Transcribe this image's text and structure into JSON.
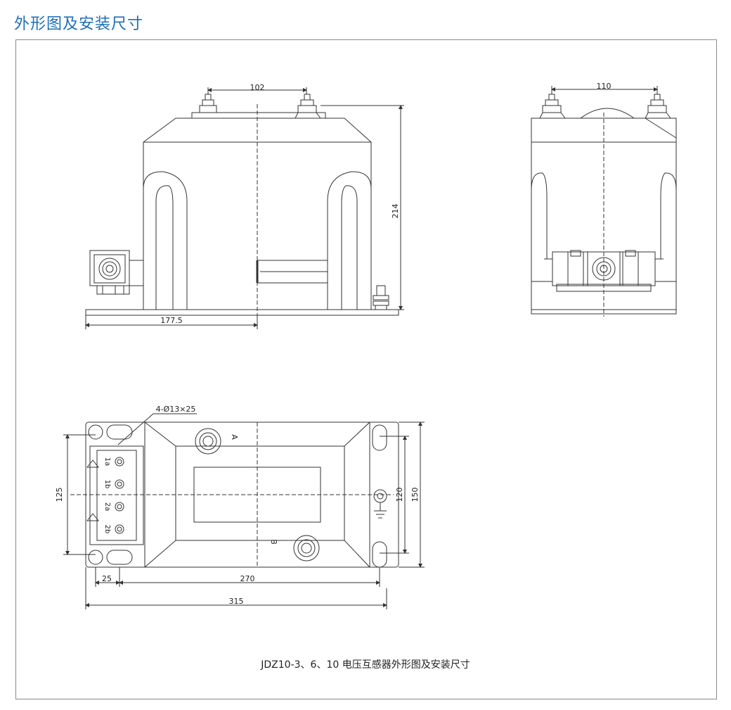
{
  "title": "外形图及安装尺寸",
  "caption": "JDZ10-3、6、10 电压互感器外形图及安装尺寸",
  "front_view": {
    "dim_terminal_spacing": "102",
    "dim_height": "214",
    "dim_half_length": "177.5"
  },
  "side_view": {
    "dim_terminal_spacing": "110"
  },
  "top_view": {
    "dim_holes": "4-Ø13×25",
    "dim_width_outer": "125",
    "dim_mount_inner": "120",
    "dim_mount_outer": "150",
    "dim_edge": "25",
    "dim_mount_length": "270",
    "dim_total_length": "315",
    "label_a": "A",
    "label_b": "B",
    "secondary_terminals": [
      "1a",
      "1b",
      "2a",
      "2b"
    ]
  },
  "colors": {
    "title": "#1f6fb4",
    "frame": "#8a8a8a",
    "line": "#333333"
  }
}
